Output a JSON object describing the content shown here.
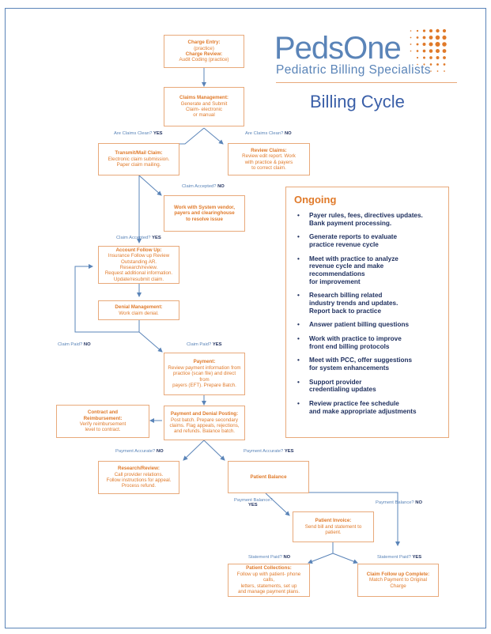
{
  "brand": {
    "logo_text": "PedsOne",
    "tagline": "Pediatric Billing Specialists",
    "page_title": "Billing Cycle",
    "colors": {
      "orange": "#e07a2a",
      "blue": "#5a84b8",
      "navy": "#1e2f5e"
    }
  },
  "boxes": {
    "charge": {
      "title1": "Charge Entry:",
      "body1": "(practice)",
      "title2": "Charge Review:",
      "body2": "Audit Coding (practice)"
    },
    "claims_mgmt": {
      "title": "Claims Management:",
      "body": "Generate and Submit\nClaim- electronic\nor manual"
    },
    "transmit": {
      "title": "Transmit/Mail Claim:",
      "body": "Electronic claim submission.\nPaper claim mailing."
    },
    "review_claims": {
      "title": "Review Claims:",
      "body": "Review edit report. Work\nwith practice & payers\nto correct claim."
    },
    "work_vendor": {
      "title": "Work with System vendor,\npayers and clearinghouse\nto resolve issue"
    },
    "account_follow": {
      "title": "Account Follow Up:",
      "body": "Insurance Follow up Review\nOutstanding AR. Research/review.\nRequest additional information.\nUpdate/resubmit claim."
    },
    "denial": {
      "title": "Denial Management:",
      "body": "Work claim denial."
    },
    "payment": {
      "title": "Payment:",
      "body": "Review payment information from\npractice (scan file) and direct from\npayers (EFT). Prepare Batch."
    },
    "contract": {
      "title": "Contract and\nReimbursement:",
      "body": "Verify reimbursement\nlevel to contract."
    },
    "posting": {
      "title": "Payment and Denial Posting:",
      "body": "Post batch. Prepare secondary\nclaims. Flag appeals, rejections,\nand refunds. Balance batch."
    },
    "research": {
      "title": "Research/Review:",
      "body": "Call provider relations.\nFollow instructions for appeal.\nProcess refund."
    },
    "patient_balance": {
      "title": "Patient Balance"
    },
    "patient_invoice": {
      "title": "Patient Invoice:",
      "body": "Send bill and statement to patient."
    },
    "collections": {
      "title": "Patient Collections:",
      "body": "Follow up with patient- phone calls,\nletters, statements, set up\nand manage payment plans."
    },
    "claim_complete": {
      "title": "Claim Follow up Complete:",
      "body": "Match Payment to Original Charge"
    }
  },
  "labels": {
    "claims_clean_yes": {
      "q": "Are Claims Clean?",
      "a": "YES"
    },
    "claims_clean_no": {
      "q": "Are Claims Clean?",
      "a": "NO"
    },
    "claim_accepted_no": {
      "q": "Claim Accepted?",
      "a": "NO"
    },
    "claim_accepted_yes": {
      "q": "Claim Accepted?",
      "a": "YES"
    },
    "claim_paid_no": {
      "q": "Claim Paid?",
      "a": "NO"
    },
    "claim_paid_yes": {
      "q": "Claim Paid?",
      "a": "YES"
    },
    "payment_accurate_no": {
      "q": "Payment Accurate?",
      "a": "NO"
    },
    "payment_accurate_yes": {
      "q": "Payment Accurate?",
      "a": "YES"
    },
    "patient_balance_yes": {
      "q": "Payment Balance?",
      "a": "YES"
    },
    "patient_balance_no": {
      "q": "Payment Balance?",
      "a": "NO"
    },
    "statement_paid_no": {
      "q": "Statement Paid?",
      "a": "NO"
    },
    "statement_paid_yes": {
      "q": "Statement Paid?",
      "a": "YES"
    }
  },
  "ongoing": {
    "title": "Ongoing",
    "items": [
      "Payer rules, fees, directives updates.\nBank payment processing.",
      "Generate reports to evaluate\npractice revenue cycle",
      "Meet with practice to analyze\nrevenue cycle and make\nrecommendations\nfor improvement",
      "Research billing related\nindustry trends and updates.\nReport back to practice",
      "Answer patient billing questions",
      "Work with practice to improve\nfront end billing protocols",
      "Meet with PCC, offer suggestions\nfor system enhancements",
      "Support provider\ncredentialing updates",
      "Review practice fee schedule\nand make appropriate adjustments"
    ]
  }
}
